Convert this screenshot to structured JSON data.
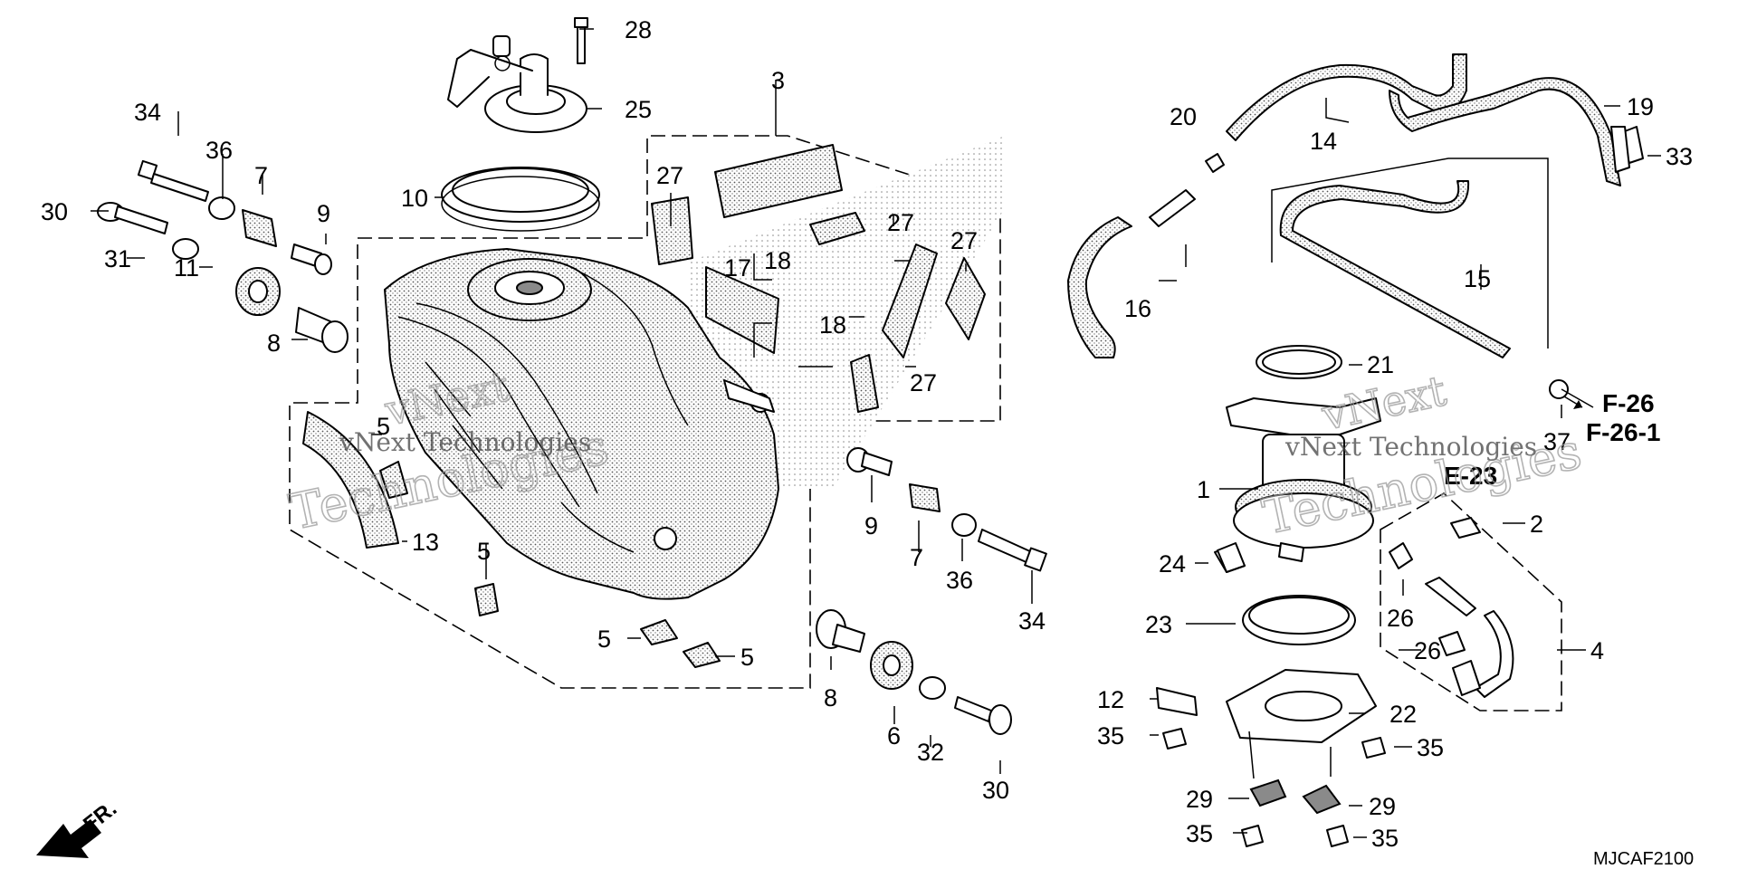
{
  "labels": {
    "p1": "1",
    "p2": "2",
    "p3": "3",
    "p4": "4",
    "p5a": "5",
    "p5b": "5",
    "p5c": "5",
    "p5d": "5",
    "p6": "6",
    "p7a": "7",
    "p7b": "7",
    "p8a": "8",
    "p8b": "8",
    "p9a": "9",
    "p9b": "9",
    "p10": "10",
    "p11": "11",
    "p12": "12",
    "p13": "13",
    "p14": "14",
    "p15": "15",
    "p16": "16",
    "p17": "17",
    "p18a": "18",
    "p18b": "18",
    "p19": "19",
    "p20": "20",
    "p21": "21",
    "p22": "22",
    "p23": "23",
    "p24": "24",
    "p25": "25",
    "p26a": "26",
    "p26b": "26",
    "p27a": "27",
    "p27b": "27",
    "p27c": "27",
    "p27d": "27",
    "p28": "28",
    "p29a": "29",
    "p29b": "29",
    "p30a": "30",
    "p30b": "30",
    "p31": "31",
    "p32": "32",
    "p33": "33",
    "p34a": "34",
    "p34b": "34",
    "p35a": "35",
    "p35b": "35",
    "p35c": "35",
    "p35d": "35",
    "p36a": "36",
    "p36b": "36",
    "p37": "37"
  },
  "references": {
    "f26": "F-26",
    "f26_1": "F-26-1",
    "e23": "E-23"
  },
  "diagram_code": "MJCAF2100",
  "direction_label": "FR.",
  "watermark": {
    "brand_line": "vNext",
    "tech_line": "Technologies",
    "full_line": "vNext Technologies"
  }
}
